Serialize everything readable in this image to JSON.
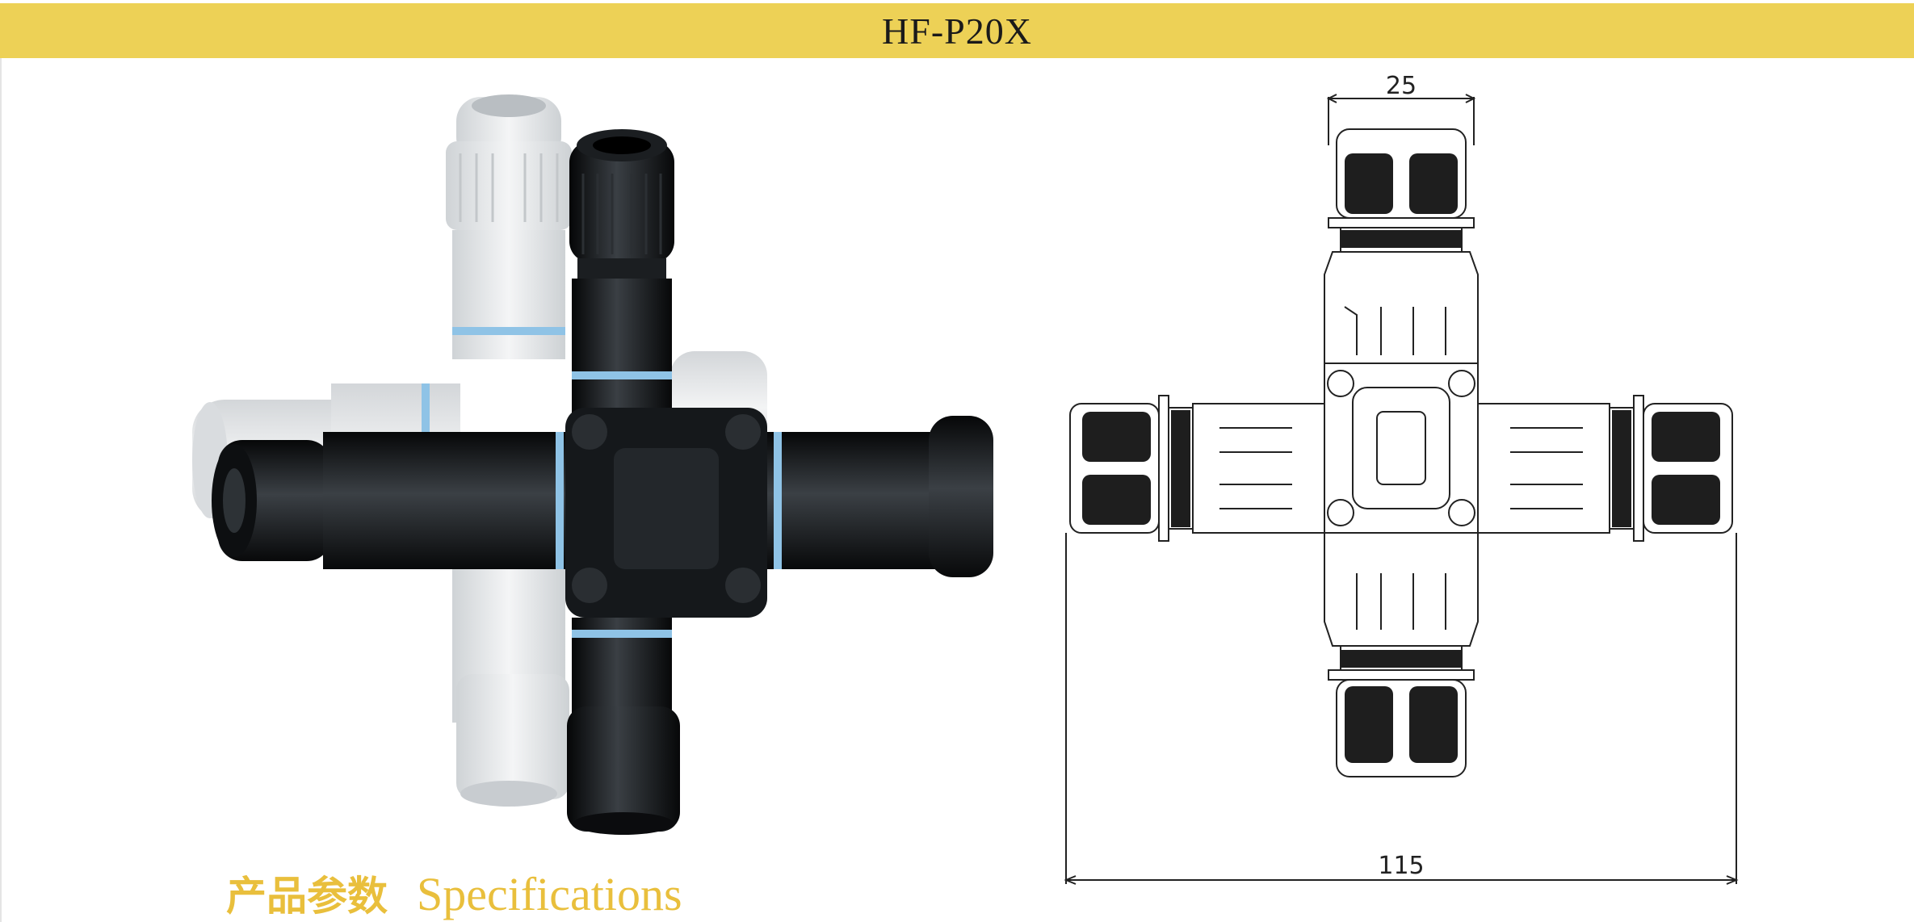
{
  "header": {
    "title": "HF-P20X"
  },
  "product_image": {
    "icon": "cross-connector-photo",
    "colors": {
      "white_unit": "#e9ecef",
      "black_unit": "#111418",
      "seal_ring": "#8fc3e6"
    }
  },
  "drawing": {
    "dim_top": "25",
    "dim_bottom": "115"
  },
  "specs": {
    "title_zh": "产品参数",
    "title_en": "Specifications"
  },
  "colors": {
    "accent": "#edd156",
    "heading": "#e9bf3c"
  }
}
